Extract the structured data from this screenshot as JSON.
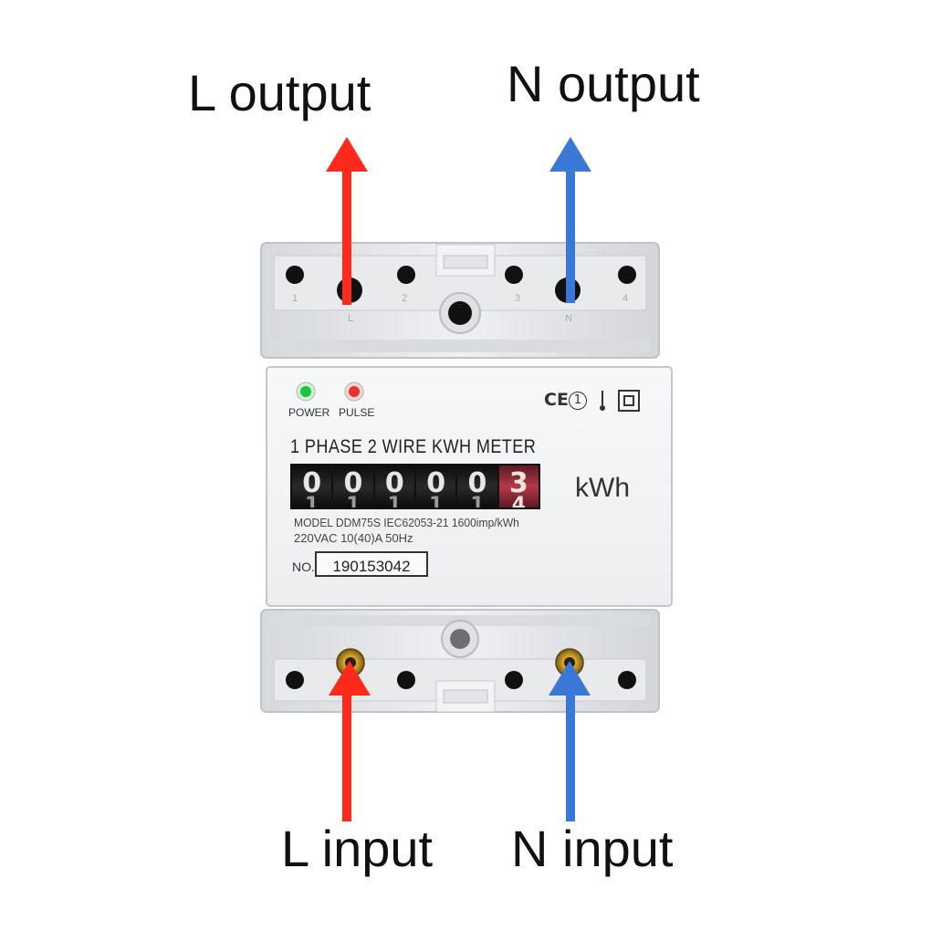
{
  "labels": {
    "l_output": "L output",
    "n_output": "N output",
    "l_input": "L input",
    "n_input": "N input"
  },
  "colors": {
    "line_arrow": "#ff2a1a",
    "neutral_arrow": "#3a78d8",
    "power_led": "#22c23a",
    "pulse_led": "#e8332b",
    "housing": "#e4e6e8"
  },
  "meter": {
    "power_label": "POWER",
    "pulse_label": "PULSE",
    "title": "1 PHASE 2 WIRE KWH METER",
    "unit": "kWh",
    "counter_digits": [
      "0",
      "0",
      "0",
      "0",
      "0",
      "3"
    ],
    "counter_next_digits": [
      "1",
      "1",
      "1",
      "1",
      "1",
      "4"
    ],
    "spec_line1": "MODEL  DDM75S  IEC62053-21  1600imp/kWh",
    "spec_line2": "220VAC   10(40)A   50Hz",
    "serial_prefix": "NO.",
    "serial_number": "190153042",
    "cert_marks": {
      "ce": "CE",
      "class": "1"
    },
    "terminal_numbers": [
      "1",
      "2",
      "3",
      "4"
    ],
    "terminal_letters": [
      "L",
      "N"
    ]
  }
}
